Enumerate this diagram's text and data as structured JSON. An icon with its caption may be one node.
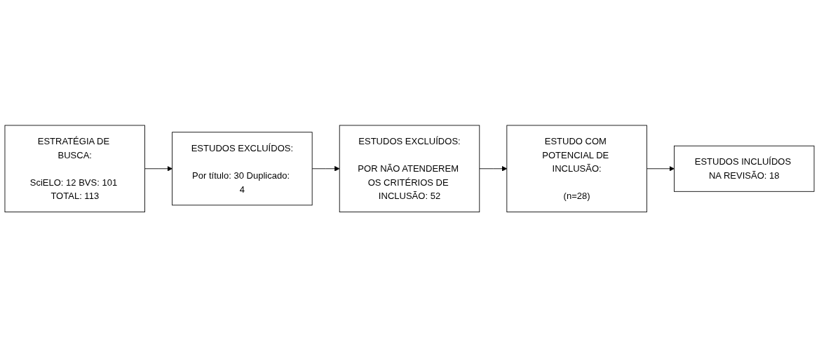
{
  "diagram": {
    "nodes": [
      {
        "text": [
          "ESTRATÉGIA DE BUSCA:",
          "SciELO: 12 BVS: 101 TOTAL: 113"
        ]
      },
      {
        "text": [
          "ESTUDOS EXCLUÍDOS:",
          "Por título: 30 Duplicado: 4"
        ]
      },
      {
        "text": [
          "ESTUDOS EXCLUÍDOS:",
          "POR NÃO ATENDEREM OS CRITÉRIOS DE INCLUSÃO: 52"
        ]
      },
      {
        "text": [
          "ESTUDO COM POTENCIAL DE INCLUSÃO:",
          "(n=28)"
        ]
      },
      {
        "text": [
          "ESTUDOS INCLUÍDOS NA REVISÃO: 18"
        ]
      }
    ],
    "edges": [
      {
        "from": 0,
        "to": 1,
        "arrow": "to"
      },
      {
        "from": 1,
        "to": 2,
        "arrow": "to"
      },
      {
        "from": 2,
        "to": 3,
        "arrow": "to"
      },
      {
        "from": 3,
        "to": 4,
        "arrow": "to"
      }
    ]
  }
}
